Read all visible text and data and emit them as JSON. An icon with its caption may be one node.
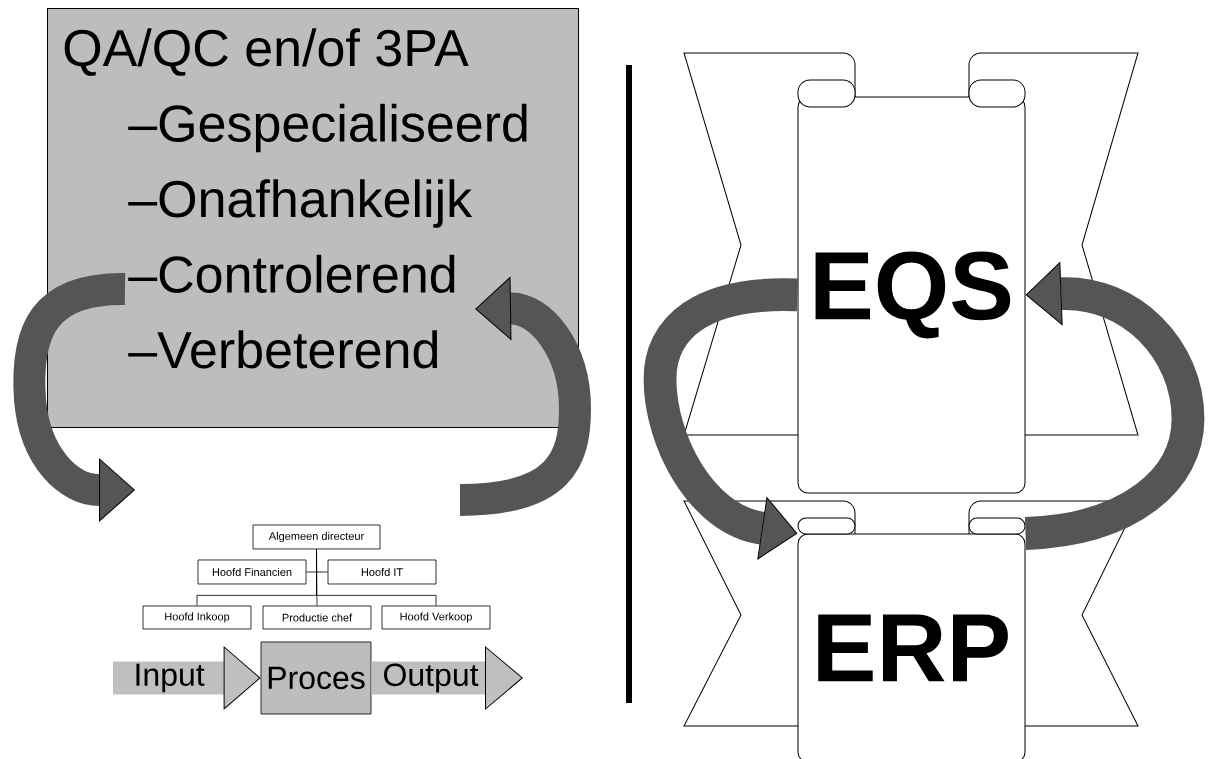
{
  "diagram": {
    "nodes": [
      {
        "text": [
          "QA/QC en/of 3PA",
          "–Gespecialiseerd",
          "–Onafhankelijk",
          "–Controlerend",
          "–Verbeterend"
        ]
      },
      {
        "text": [
          "Algemeen directeur"
        ]
      },
      {
        "text": [
          "Hoofd Financien"
        ]
      },
      {
        "text": [
          "Hoofd IT"
        ]
      },
      {
        "text": [
          "Hoofd Inkoop"
        ]
      },
      {
        "text": [
          "Productie chef"
        ]
      },
      {
        "text": [
          "Hoofd Verkoop"
        ]
      },
      {
        "text": [
          "Proces"
        ]
      },
      {
        "text": [
          "EQS"
        ]
      },
      {
        "text": [
          "ERP"
        ]
      }
    ],
    "edges": [
      {
        "from": 1,
        "to": 2,
        "arrow": "none"
      },
      {
        "from": 1,
        "to": 3,
        "arrow": "none"
      },
      {
        "from": 1,
        "to": 4,
        "arrow": "none"
      },
      {
        "from": 1,
        "to": 5,
        "arrow": "none"
      },
      {
        "from": 1,
        "to": 6,
        "arrow": "none"
      },
      {
        "from": null,
        "to": 7,
        "arrow": "to",
        "label": "Input",
        "color": "#bfbfbf"
      },
      {
        "from": 7,
        "to": null,
        "arrow": "to",
        "label": "Output",
        "color": "#bfbfbf"
      },
      {
        "from": 0,
        "to": null,
        "arrow": "to",
        "color": "#555555"
      },
      {
        "from": null,
        "to": 0,
        "arrow": "to",
        "color": "#555555"
      },
      {
        "from": 8,
        "to": 9,
        "arrow": "to",
        "color": "#555555"
      },
      {
        "from": 9,
        "to": 8,
        "arrow": "to",
        "color": "#555555"
      }
    ]
  }
}
